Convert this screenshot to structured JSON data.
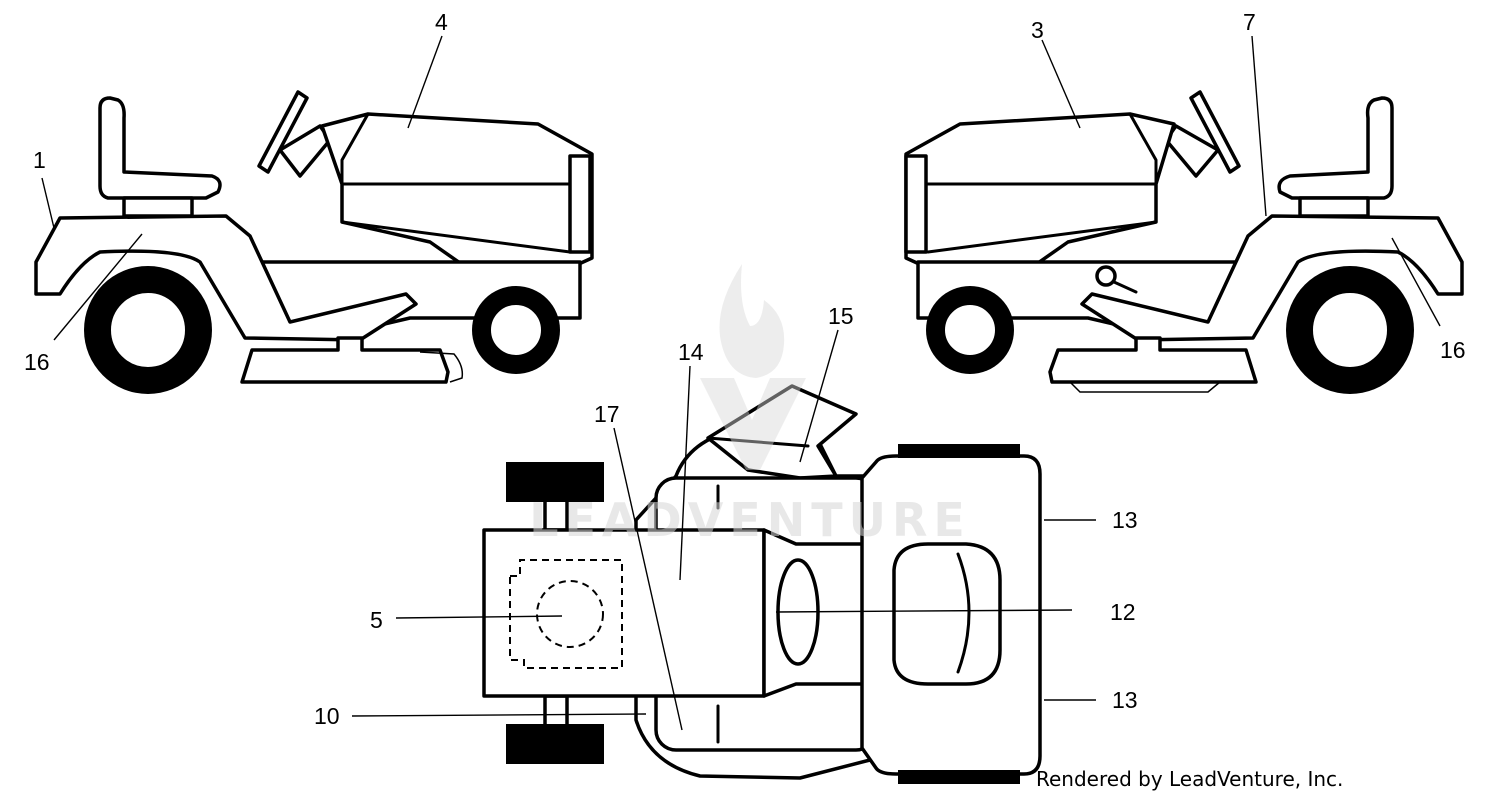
{
  "callouts": {
    "c1": "1",
    "c4": "4",
    "c16_left": "16",
    "c3": "3",
    "c7": "7",
    "c16_right": "16",
    "c15": "15",
    "c14": "14",
    "c17": "17",
    "c5": "5",
    "c10": "10",
    "c12": "12",
    "c13_top": "13",
    "c13_bottom": "13"
  },
  "watermark": {
    "text": "LEADVENTURE"
  },
  "credit": "Rendered by LeadVenture, Inc."
}
